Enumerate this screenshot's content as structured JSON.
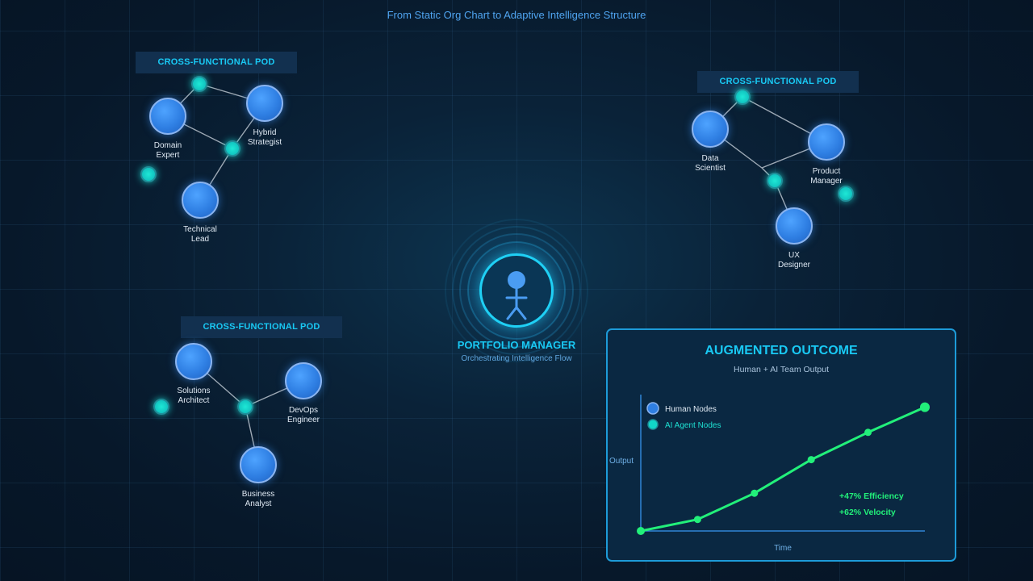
{
  "header": {
    "subtitle": "From Static Org Chart to Adaptive Intelligence Structure"
  },
  "pods": [
    {
      "label": "CROSS-FUNCTIONAL POD",
      "humans": [
        {
          "id": "domain-expert",
          "label_lines": [
            "Domain",
            "Expert"
          ]
        },
        {
          "id": "hybrid-strategist",
          "label_lines": [
            "Hybrid",
            "Strategist"
          ]
        },
        {
          "id": "technical-lead",
          "label_lines": [
            "Technical",
            "Lead"
          ]
        }
      ]
    },
    {
      "label": "CROSS-FUNCTIONAL POD",
      "humans": [
        {
          "id": "data-scientist",
          "label_lines": [
            "Data",
            "Scientist"
          ]
        },
        {
          "id": "product-manager",
          "label_lines": [
            "Product",
            "Manager"
          ]
        },
        {
          "id": "ux-designer",
          "label_lines": [
            "UX",
            "Designer"
          ]
        }
      ]
    },
    {
      "label": "CROSS-FUNCTIONAL POD",
      "humans": [
        {
          "id": "solutions-architect",
          "label_lines": [
            "Solutions",
            "Architect"
          ]
        },
        {
          "id": "devops-engineer",
          "label_lines": [
            "DevOps",
            "Engineer"
          ]
        },
        {
          "id": "business-analyst",
          "label_lines": [
            "Business",
            "Analyst"
          ]
        }
      ]
    }
  ],
  "center": {
    "title": "PORTFOLIO MANAGER",
    "subtitle": "Orchestrating Intelligence Flow",
    "icon": "person-icon"
  },
  "outcome": {
    "title": "AUGMENTED OUTCOME",
    "subtitle": "Human + AI Team Output",
    "legend": {
      "human": "Human Nodes",
      "ai": "AI Agent Nodes"
    },
    "metrics": {
      "efficiency": "+47% Efficiency",
      "velocity": "+62% Velocity"
    }
  },
  "colors": {
    "accent": "#19c9f4",
    "human_node": "#2f7fe3",
    "ai_node": "#11c4c0",
    "outcome_line": "#22f07a"
  },
  "chart_data": {
    "type": "line",
    "title": "AUGMENTED OUTCOME",
    "subtitle": "Human + AI Team Output",
    "xlabel": "Time",
    "ylabel": "Output",
    "x": [
      0,
      1,
      2,
      3,
      4,
      5
    ],
    "y": [
      0,
      11,
      36,
      68,
      94,
      118
    ],
    "ylim": [
      0,
      130
    ],
    "grid": false,
    "legend": "top-left"
  }
}
